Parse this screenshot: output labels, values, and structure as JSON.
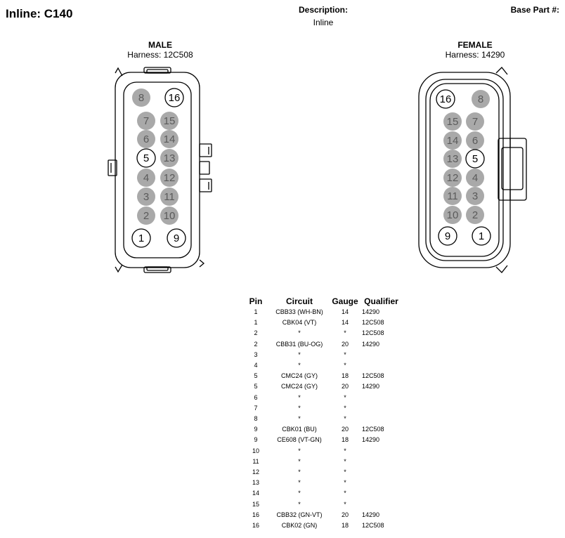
{
  "header": {
    "title": "Inline: C140",
    "description_label": "Description:",
    "description_value": "Inline",
    "base_part_label": "Base Part #:"
  },
  "male": {
    "label": "MALE",
    "harness": "Harness: 12C508",
    "pins": [
      {
        "n": "8",
        "filled": true
      },
      {
        "n": "16",
        "filled": false
      },
      {
        "n": "7",
        "filled": true
      },
      {
        "n": "15",
        "filled": true
      },
      {
        "n": "6",
        "filled": true
      },
      {
        "n": "14",
        "filled": true
      },
      {
        "n": "5",
        "filled": false
      },
      {
        "n": "13",
        "filled": true
      },
      {
        "n": "4",
        "filled": true
      },
      {
        "n": "12",
        "filled": true
      },
      {
        "n": "3",
        "filled": true
      },
      {
        "n": "11",
        "filled": true
      },
      {
        "n": "2",
        "filled": true
      },
      {
        "n": "10",
        "filled": true
      },
      {
        "n": "1",
        "filled": false
      },
      {
        "n": "9",
        "filled": false
      }
    ]
  },
  "female": {
    "label": "FEMALE",
    "harness": "Harness: 14290",
    "pins": [
      {
        "n": "16",
        "filled": false
      },
      {
        "n": "8",
        "filled": true
      },
      {
        "n": "15",
        "filled": true
      },
      {
        "n": "7",
        "filled": true
      },
      {
        "n": "14",
        "filled": true
      },
      {
        "n": "6",
        "filled": true
      },
      {
        "n": "13",
        "filled": true
      },
      {
        "n": "5",
        "filled": false
      },
      {
        "n": "12",
        "filled": true
      },
      {
        "n": "4",
        "filled": true
      },
      {
        "n": "11",
        "filled": true
      },
      {
        "n": "3",
        "filled": true
      },
      {
        "n": "10",
        "filled": true
      },
      {
        "n": "2",
        "filled": true
      },
      {
        "n": "9",
        "filled": false
      },
      {
        "n": "1",
        "filled": false
      }
    ]
  },
  "colors": {
    "pin_fill": "#a9a9a9",
    "pin_text_filled": "#5a5a5a",
    "outline": "#000000"
  },
  "table": {
    "headers": [
      "Pin",
      "Circuit",
      "Gauge",
      "Qualifier"
    ],
    "rows": [
      [
        "1",
        "CBB33 (WH-BN)",
        "14",
        "14290"
      ],
      [
        "1",
        "CBK04 (VT)",
        "14",
        "12C508"
      ],
      [
        "2",
        "*",
        "*",
        "12C508"
      ],
      [
        "2",
        "CBB31 (BU-OG)",
        "20",
        "14290"
      ],
      [
        "3",
        "*",
        "*",
        ""
      ],
      [
        "4",
        "*",
        "*",
        ""
      ],
      [
        "5",
        "CMC24 (GY)",
        "18",
        "12C508"
      ],
      [
        "5",
        "CMC24 (GY)",
        "20",
        "14290"
      ],
      [
        "6",
        "*",
        "*",
        ""
      ],
      [
        "7",
        "*",
        "*",
        ""
      ],
      [
        "8",
        "*",
        "*",
        ""
      ],
      [
        "9",
        "CBK01 (BU)",
        "20",
        "12C508"
      ],
      [
        "9",
        "CE608 (VT-GN)",
        "18",
        "14290"
      ],
      [
        "10",
        "*",
        "*",
        ""
      ],
      [
        "11",
        "*",
        "*",
        ""
      ],
      [
        "12",
        "*",
        "*",
        ""
      ],
      [
        "13",
        "*",
        "*",
        ""
      ],
      [
        "14",
        "*",
        "*",
        ""
      ],
      [
        "15",
        "*",
        "*",
        ""
      ],
      [
        "16",
        "CBB32 (GN-VT)",
        "20",
        "14290"
      ],
      [
        "16",
        "CBK02 (GN)",
        "18",
        "12C508"
      ]
    ]
  }
}
